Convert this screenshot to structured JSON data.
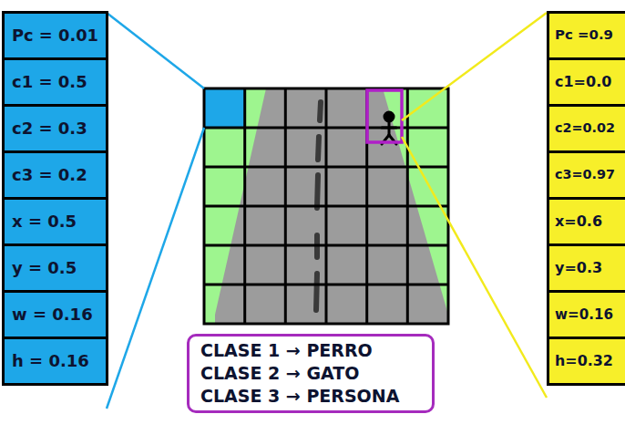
{
  "diagram": {
    "nodes": [
      {
        "text": [
          "Pc = 0.01"
        ]
      },
      {
        "text": [
          "c1 = 0.5"
        ]
      },
      {
        "text": [
          "c2 = 0.3"
        ]
      },
      {
        "text": [
          "c3 = 0.2"
        ]
      },
      {
        "text": [
          "x = 0.5"
        ]
      },
      {
        "text": [
          "y = 0.5"
        ]
      },
      {
        "text": [
          "w = 0.16"
        ]
      },
      {
        "text": [
          "h = 0.16"
        ]
      },
      {
        "text": [
          "Pc =0.9"
        ]
      },
      {
        "text": [
          "c1=0.0"
        ]
      },
      {
        "text": [
          "c2=0.02"
        ]
      },
      {
        "text": [
          "c3=0.97"
        ]
      },
      {
        "text": [
          "x=0.6"
        ]
      },
      {
        "text": [
          "y=0.3"
        ]
      },
      {
        "text": [
          "w=0.16"
        ]
      },
      {
        "text": [
          "h=0.32"
        ]
      },
      {
        "text": [
          "CLASE 1 → PERRO",
          "CLASE 2 → GATO",
          "CLASE 3 → PERSONA"
        ]
      }
    ]
  }
}
